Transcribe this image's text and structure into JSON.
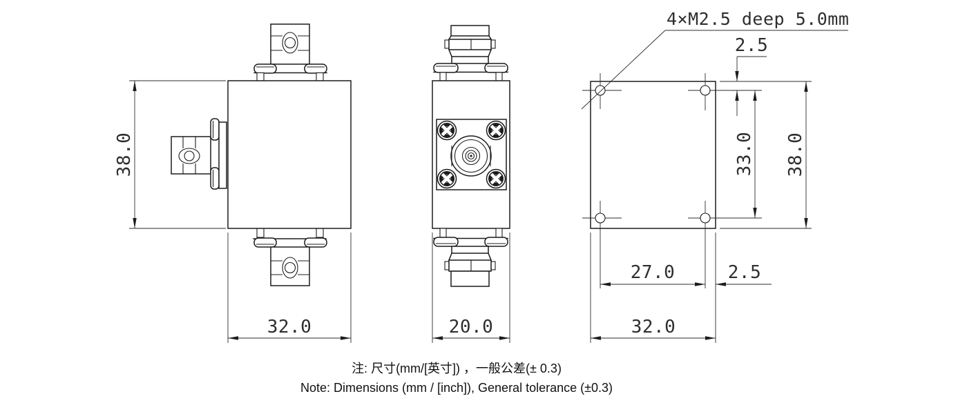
{
  "callout": {
    "text": "4×M2.5 deep 5.0mm"
  },
  "dimensions": {
    "side_view": {
      "height": "38.0",
      "width": "32.0"
    },
    "front_view": {
      "width": "20.0"
    },
    "hole_view": {
      "edge_offset_top": "2.5",
      "spacing_vertical": "33.0",
      "height": "38.0",
      "spacing_horizontal": "27.0",
      "edge_offset_right": "2.5",
      "width": "32.0"
    }
  },
  "notes": {
    "zh": "注: 尺寸(mm/[英寸]) ，一般公差(± 0.3)",
    "en": "Note: Dimensions (mm / [inch]), General tolerance (±0.3)"
  }
}
